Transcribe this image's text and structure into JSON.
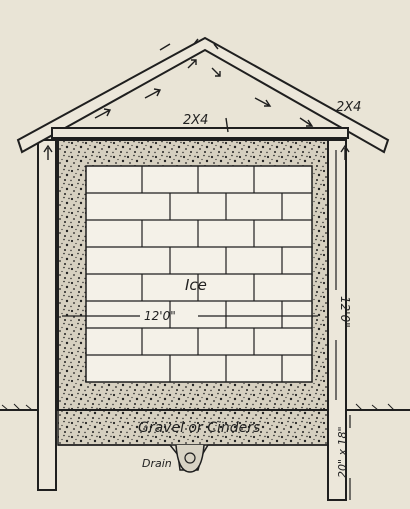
{
  "labels": {
    "rafter_top": "2X4",
    "rafter_side": "2X4",
    "ice": "Ice",
    "width_dim": "12'0\"",
    "height_dim": "12'0\"",
    "gravel": "Gravel or Cinders",
    "drain": "Drain",
    "post_depth": "20\" x 18\""
  },
  "colors": {
    "paper": "#e9e4d6",
    "ink": "#1f1f1f",
    "insulation": "#d8d3c4",
    "block": "#f4f1e8"
  }
}
